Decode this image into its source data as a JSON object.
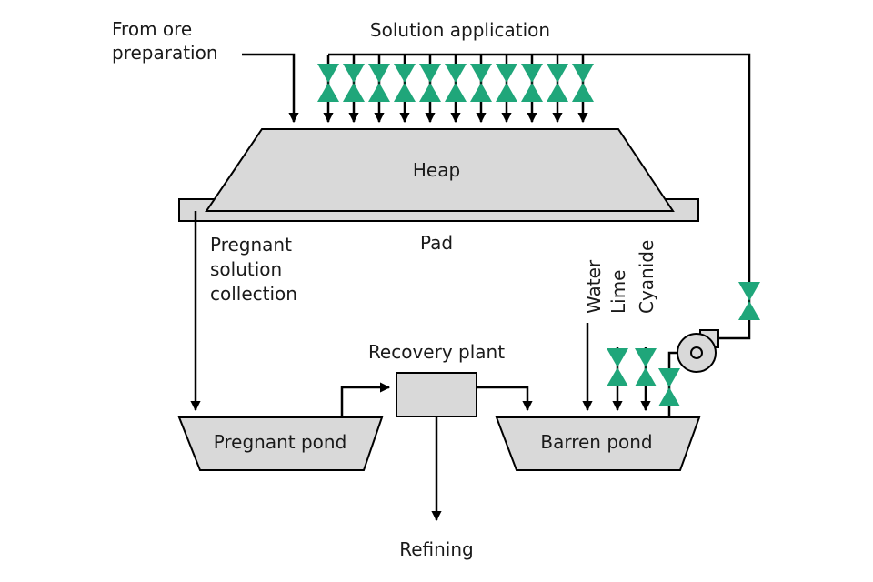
{
  "labels": {
    "from_ore_line1": "From ore",
    "from_ore_line2": "preparation",
    "solution_application": "Solution application",
    "heap": "Heap",
    "pad": "Pad",
    "pregnant_line1": "Pregnant",
    "pregnant_line2": "solution",
    "pregnant_line3": "collection",
    "recovery_plant": "Recovery plant",
    "pregnant_pond": "Pregnant pond",
    "barren_pond": "Barren pond",
    "refining": "Refining",
    "water": "Water",
    "lime": "Lime",
    "cyanide": "Cyanide"
  },
  "sprinkler_count": 11,
  "colors": {
    "valve": "#1fa67a",
    "fill": "#d9d9d9",
    "line": "#000000"
  },
  "icons": {
    "valve": "valve-icon",
    "pump": "pump-icon"
  }
}
